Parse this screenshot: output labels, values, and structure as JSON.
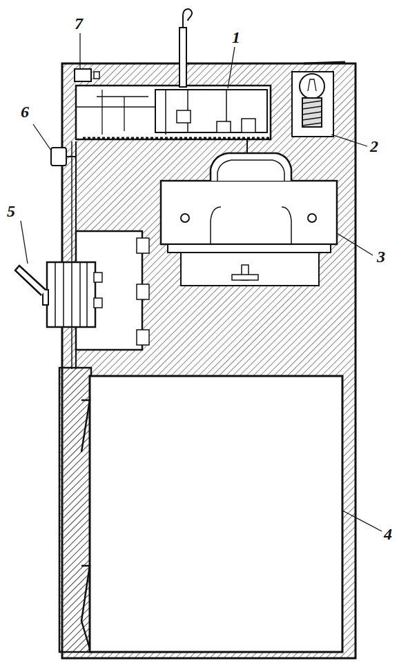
{
  "diagram": {
    "labels": [
      "7",
      "1",
      "6",
      "2",
      "5",
      "3",
      "4"
    ]
  }
}
